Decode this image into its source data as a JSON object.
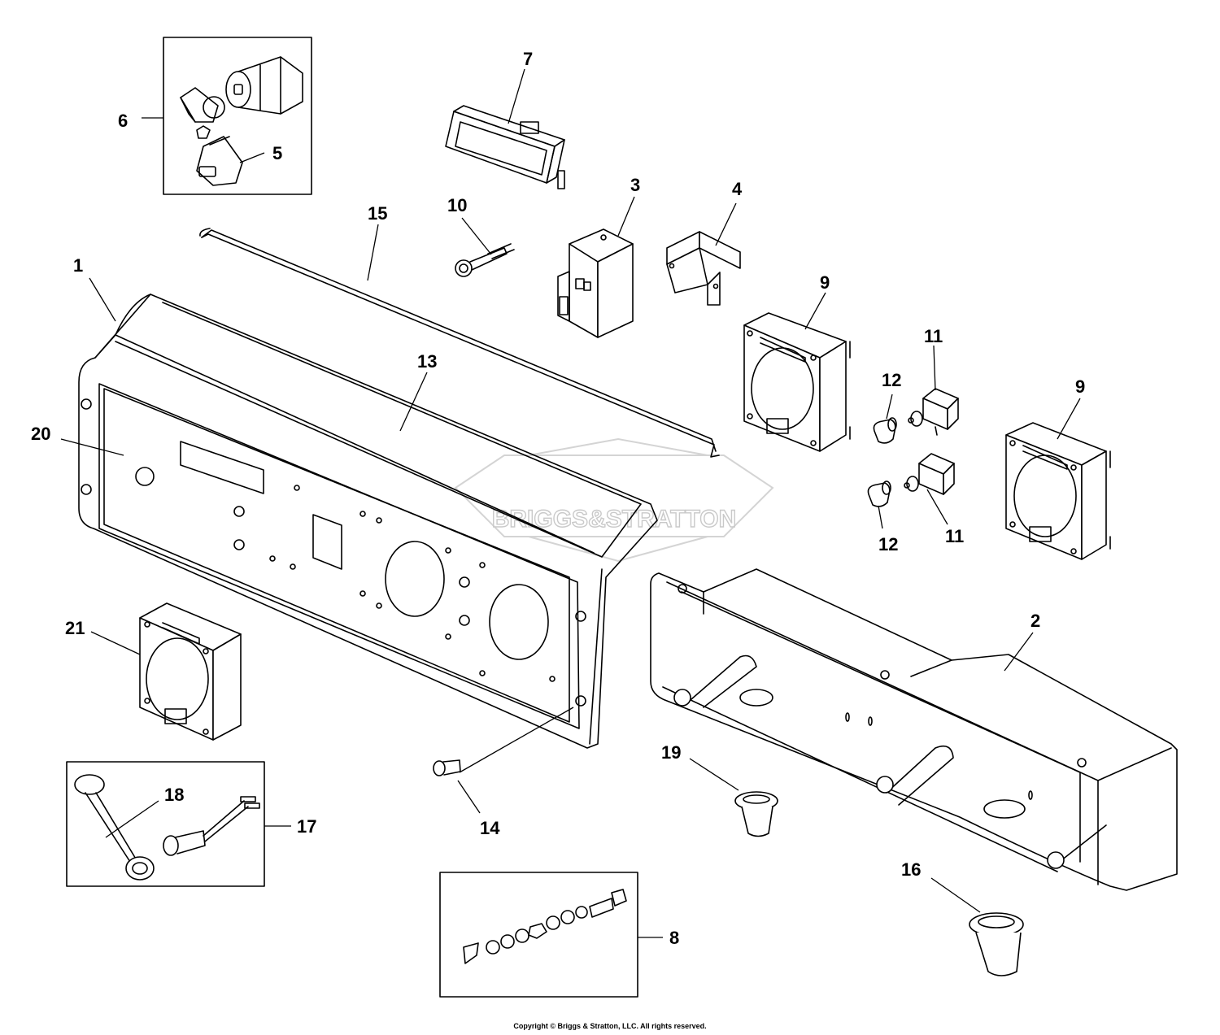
{
  "watermark": "BRIGGS&STRATTON",
  "copyright": "Copyright © Briggs & Stratton, LLC. All rights reserved.",
  "callouts": {
    "c1": "1",
    "c2": "2",
    "c3": "3",
    "c4": "4",
    "c5": "5",
    "c6": "6",
    "c7": "7",
    "c8": "8",
    "c9a": "9",
    "c9b": "9",
    "c10": "10",
    "c11a": "11",
    "c11b": "11",
    "c12a": "12",
    "c12b": "12",
    "c13": "13",
    "c14": "14",
    "c15": "15",
    "c16": "16",
    "c17": "17",
    "c18": "18",
    "c19": "19",
    "c20": "20",
    "c21": "21"
  }
}
